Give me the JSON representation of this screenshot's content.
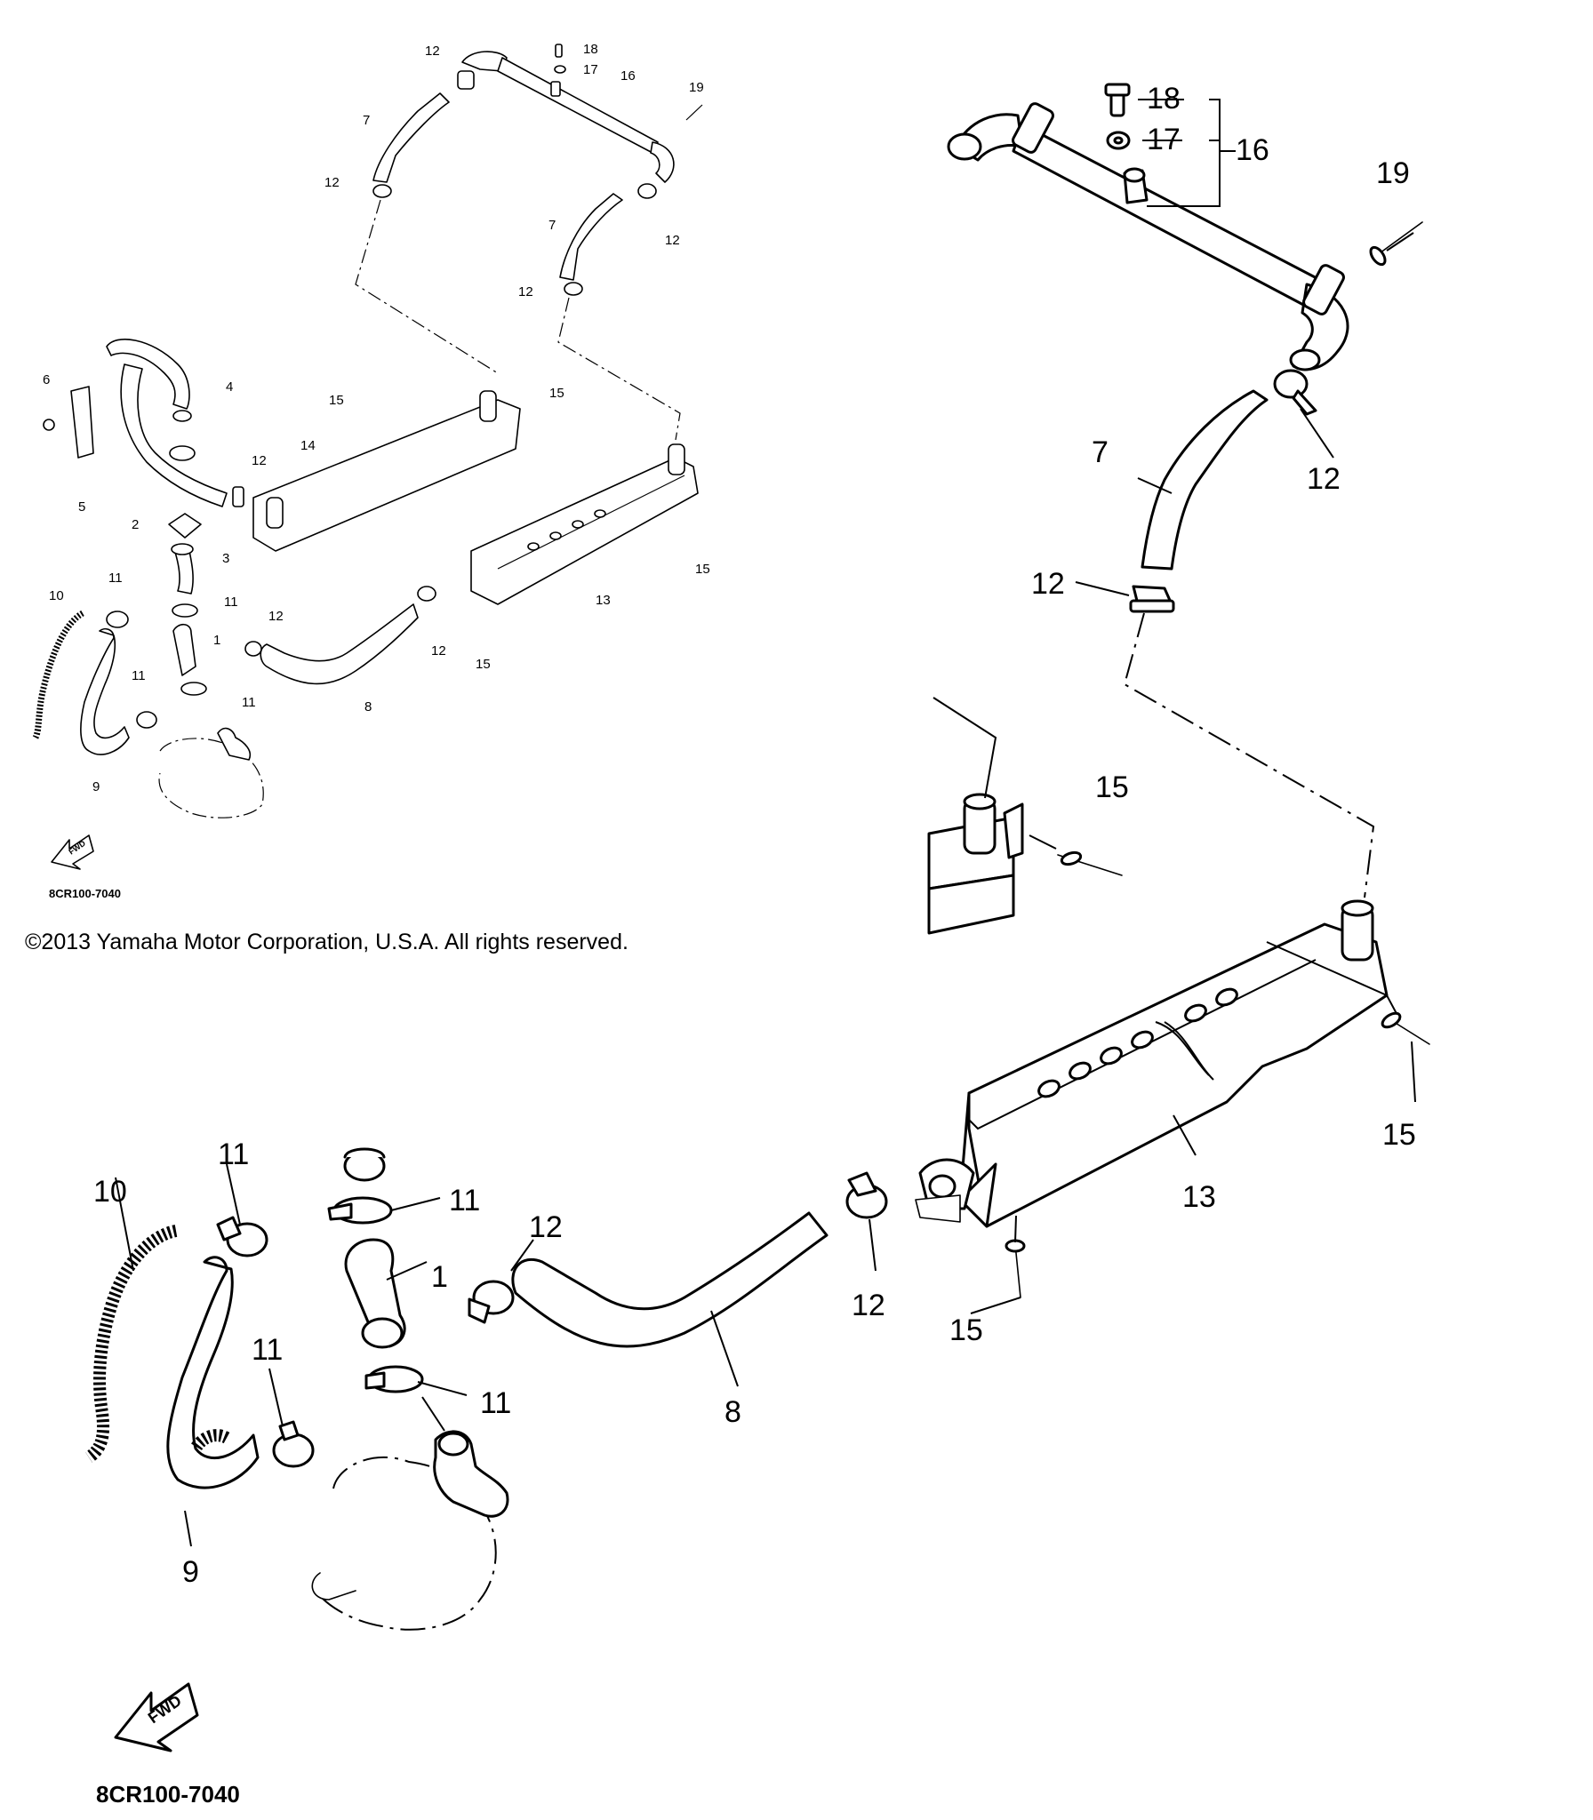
{
  "copyright": "©2013 Yamaha Motor Corporation, U.S.A. All rights reserved.",
  "diagram_code": "8CR100-7040",
  "fwd_arrow_label": "FWD",
  "callouts_large": [
    {
      "id": "18",
      "text": "18"
    },
    {
      "id": "17",
      "text": "17"
    },
    {
      "id": "16",
      "text": "16"
    },
    {
      "id": "19",
      "text": "19"
    },
    {
      "id": "7",
      "text": "7"
    },
    {
      "id": "12a",
      "text": "12"
    },
    {
      "id": "12b",
      "text": "12"
    },
    {
      "id": "15a",
      "text": "15"
    },
    {
      "id": "15b",
      "text": "15"
    },
    {
      "id": "13",
      "text": "13"
    },
    {
      "id": "12c",
      "text": "12"
    },
    {
      "id": "15c",
      "text": "15"
    },
    {
      "id": "10",
      "text": "10"
    },
    {
      "id": "11a",
      "text": "11"
    },
    {
      "id": "11b",
      "text": "11"
    },
    {
      "id": "1",
      "text": "1"
    },
    {
      "id": "12d",
      "text": "12"
    },
    {
      "id": "11c",
      "text": "11"
    },
    {
      "id": "11d",
      "text": "11"
    },
    {
      "id": "8",
      "text": "8"
    },
    {
      "id": "9",
      "text": "9"
    }
  ],
  "callouts_small": [
    {
      "id": "12a",
      "text": "12"
    },
    {
      "id": "18",
      "text": "18"
    },
    {
      "id": "17",
      "text": "17"
    },
    {
      "id": "16",
      "text": "16"
    },
    {
      "id": "19",
      "text": "19"
    },
    {
      "id": "7a",
      "text": "7"
    },
    {
      "id": "12b",
      "text": "12"
    },
    {
      "id": "7b",
      "text": "7"
    },
    {
      "id": "12c",
      "text": "12"
    },
    {
      "id": "12d",
      "text": "12"
    },
    {
      "id": "6",
      "text": "6"
    },
    {
      "id": "4",
      "text": "4"
    },
    {
      "id": "15a",
      "text": "15"
    },
    {
      "id": "15b",
      "text": "15"
    },
    {
      "id": "14",
      "text": "14"
    },
    {
      "id": "12e",
      "text": "12"
    },
    {
      "id": "5",
      "text": "5"
    },
    {
      "id": "2",
      "text": "2"
    },
    {
      "id": "3",
      "text": "3"
    },
    {
      "id": "15c",
      "text": "15"
    },
    {
      "id": "10",
      "text": "10"
    },
    {
      "id": "11a",
      "text": "11"
    },
    {
      "id": "11b",
      "text": "11"
    },
    {
      "id": "12f",
      "text": "12"
    },
    {
      "id": "13",
      "text": "13"
    },
    {
      "id": "1",
      "text": "1"
    },
    {
      "id": "12g",
      "text": "12"
    },
    {
      "id": "11c",
      "text": "11"
    },
    {
      "id": "11d",
      "text": "11"
    },
    {
      "id": "15d",
      "text": "15"
    },
    {
      "id": "8",
      "text": "8"
    },
    {
      "id": "9",
      "text": "9"
    }
  ]
}
